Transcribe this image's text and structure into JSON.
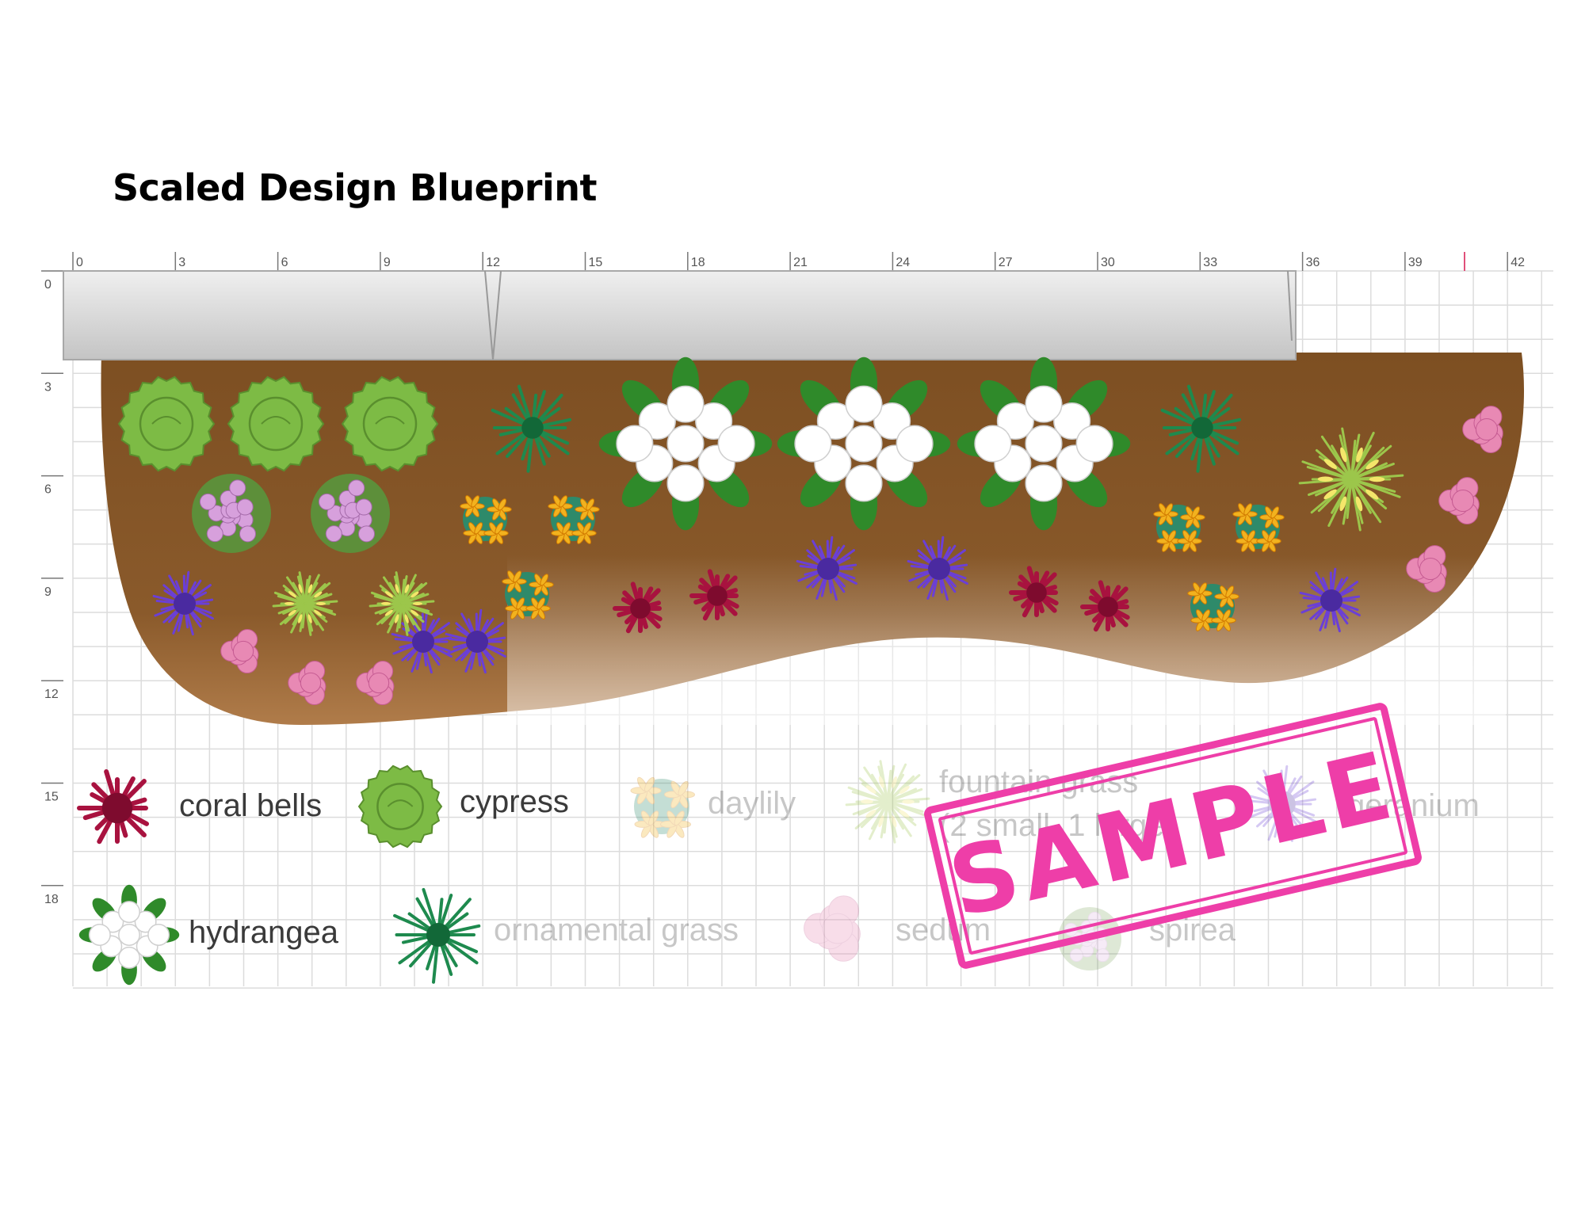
{
  "title": "Scaled Design Blueprint",
  "ruler": {
    "top_ticks": [
      "0",
      "3",
      "6",
      "9",
      "12",
      "15",
      "18",
      "21",
      "24",
      "27",
      "30",
      "33",
      "36",
      "39",
      "42"
    ],
    "left_ticks": [
      "0",
      "3",
      "6",
      "9",
      "12",
      "15",
      "18"
    ]
  },
  "legend": {
    "coral_bells": "coral bells",
    "cypress": "cypress",
    "daylily": "daylily",
    "fountain_grass_line1": "fountain grass",
    "fountain_grass_line2": "(2 small, 1 large)",
    "geranium": "geranium",
    "hydrangea": "hydrangea",
    "ornamental_grass": "ornamental grass",
    "sedum": "sedum",
    "spirea": "spirea"
  },
  "stamp": "SAMPLE",
  "colors": {
    "soil": "#8a5a2b",
    "wall": "#d9d9d9",
    "grid": "#dcdcdc",
    "stamp": "#ee3ea8",
    "cypress": "#7dbb45",
    "hydrangea": "#ffffff",
    "coral_bells": "#a8123f",
    "geranium": "#6b3fd6",
    "sedum": "#e889b4",
    "daylily": "#f2b21e",
    "ornamental_grass": "#1e8a4e",
    "fountain_grass": "#9cc64b",
    "spirea": "#d7a0dc"
  },
  "icons": [
    "cypress-icon",
    "hydrangea-icon",
    "coral-bells-icon",
    "geranium-icon",
    "sedum-icon",
    "daylily-icon",
    "ornamental-grass-icon",
    "fountain-grass-icon",
    "spirea-icon"
  ]
}
